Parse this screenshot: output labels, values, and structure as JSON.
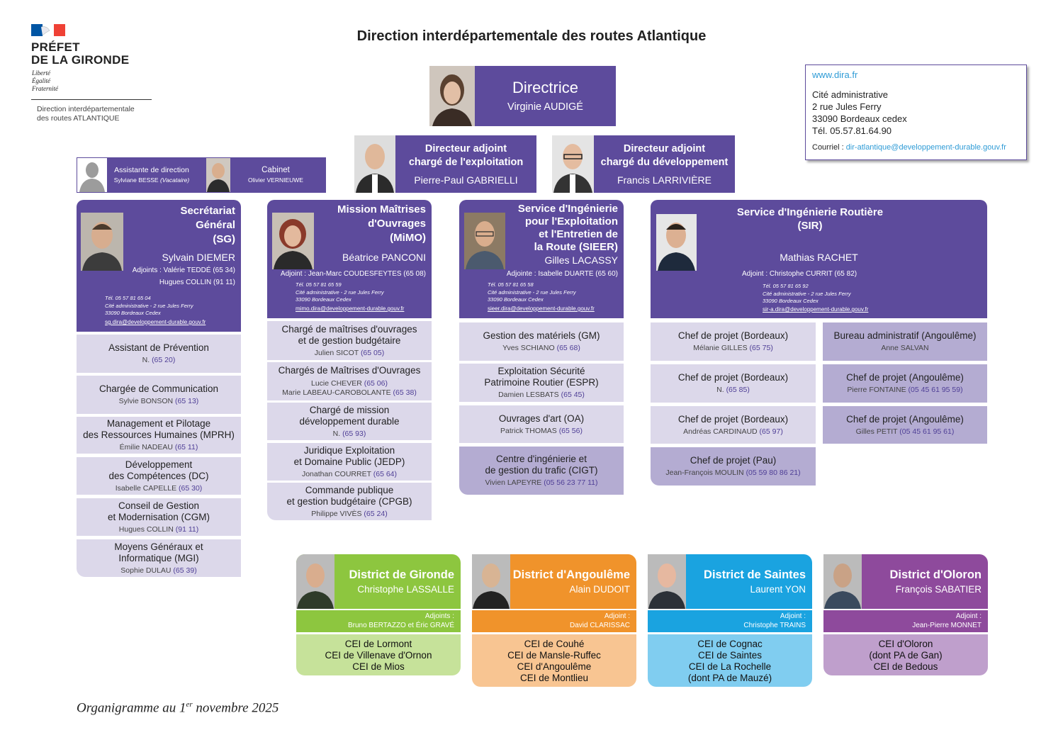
{
  "logo": {
    "line1": "PRÉFET",
    "line2": "DE LA GIRONDE",
    "motto1": "Liberté",
    "motto2": "Égalité",
    "motto3": "Fraternité",
    "dept1": "Direction interdépartementale",
    "dept2": "des routes ATLANTIQUE"
  },
  "title": "Direction interdépartementale des routes Atlantique",
  "contact": {
    "url": "www.dira.fr",
    "addr1": "Cité administrative",
    "addr2": "2 rue Jules Ferry",
    "addr3": "33090 Bordeaux cedex",
    "tel": "Tél. 05.57.81.64.90",
    "courriel_label": "Courriel :",
    "courriel": "dir-atlantique@developpement-durable.gouv.fr"
  },
  "directrice": {
    "title": "Directrice",
    "name": "Virginie AUDIGÉ"
  },
  "adj1": {
    "title1": "Directeur adjoint",
    "title2": "chargé de l'exploitation",
    "name": "Pierre-Paul GABRIELLI"
  },
  "adj2": {
    "title1": "Directeur adjoint",
    "title2": "chargé du développement",
    "name": "Francis LARRIVIÈRE"
  },
  "assist": {
    "title": "Assistante de direction",
    "name": "Sylviane BESSE",
    "note": "(Vacataire)"
  },
  "cabinet": {
    "title": "Cabinet",
    "name": "Olivier VERNIEUWE"
  },
  "sg": {
    "t1": "Secrétariat",
    "t2": "Général",
    "t3": "(SG)",
    "name": "Sylvain DIEMER",
    "adj1": "Adjoints : Valérie TEDDÉ (65 34)",
    "adj2": "Hugues COLLIN  (91 11)",
    "tel": "Tél. 05 57 81 65 04",
    "c1": "Cité administrative - 2 rue Jules Ferry",
    "c2": "33090 Bordeaux Cedex",
    "mail": "sg.dira@developpement-durable.gouv.fr",
    "items": [
      {
        "t": "Assistant de Prévention",
        "n": "N.",
        "x": "(65 20)"
      },
      {
        "t": "Chargée de Communication",
        "n": "Sylvie BONSON",
        "x": "(65 13)"
      },
      {
        "t": "Management et Pilotage",
        "t2": "des Ressources Humaines (MPRH)",
        "n": "Émilie NADEAU",
        "x": "(65 11)"
      },
      {
        "t": "Développement",
        "t2": "des Compétences (DC)",
        "n": "Isabelle CAPELLE",
        "x": "(65 30)"
      },
      {
        "t": "Conseil de Gestion",
        "t2": "et Modernisation (CGM)",
        "n": "Hugues COLLIN",
        "x": "(91 11)"
      },
      {
        "t": "Moyens Généraux et",
        "t2": "Informatique (MGI)",
        "n": "Sophie DULAU",
        "x": "(65 39)"
      }
    ]
  },
  "mimo": {
    "t1": "Mission Maîtrises",
    "t2": "d'Ouvrages",
    "t3": "(MiMO)",
    "name": "Béatrice PANCONI",
    "adj": "Adjoint : Jean-Marc COUDESFEYTES (65 08)",
    "tel": "Tél. 05 57 81 65 59",
    "c1": "Cité administrative - 2 rue Jules Ferry",
    "c2": "33090 Bordeaux Cedex",
    "mail": "mimo.dira@developpement-durable.gouv.fr",
    "items": [
      {
        "t": "Chargé de maîtrises d'ouvrages",
        "t2": "et de gestion budgétaire",
        "n": "Julien SICOT",
        "x": "(65 05)"
      },
      {
        "t": "Chargés de Maîtrises d'Ouvrages",
        "n": "Lucie CHEVER",
        "x": "(65 06)",
        "n2": "Marie LABEAU-CAROBOLANTE",
        "x2": "(65 38)"
      },
      {
        "t": "Chargé de mission",
        "t2": "développement durable",
        "n": "N.",
        "x": "(65 93)"
      },
      {
        "t": "Juridique Exploitation",
        "t2": "et Domaine Public (JEDP)",
        "n": "Jonathan COURRET",
        "x": "(65 64)"
      },
      {
        "t": "Commande publique",
        "t2": "et gestion budgétaire (CPGB)",
        "n": "Philippe VIVÈS",
        "x": "(65 24)"
      }
    ]
  },
  "sieer": {
    "t1": "Service d'Ingénierie",
    "t2": "pour l'Exploitation",
    "t3": "et l'Entretien de",
    "t4": "la Route (SIEER)",
    "name": "Gilles LACASSY",
    "adj": "Adjointe : Isabelle DUARTE (65 60)",
    "tel": "Tél. 05 57 81 65 58",
    "c1": "Cité administrative - 2 rue Jules Ferry",
    "c2": "33090 Bordeaux Cedex",
    "mail": "sieer.dira@developpement-durable.gouv.fr",
    "items": [
      {
        "t": "Gestion des matériels (GM)",
        "n": "Yves SCHIANO",
        "x": "(65 68)"
      },
      {
        "t": "Exploitation Sécurité",
        "t2": "Patrimoine Routier (ESPR)",
        "n": "Damien LESBATS",
        "x": "(65 45)"
      },
      {
        "t": "Ouvrages d'art (OA)",
        "n": "Patrick THOMAS",
        "x": "(65 56)"
      },
      {
        "t": "Centre d'ingénierie et",
        "t2": "de gestion du trafic (CIGT)",
        "n": "Vivien LAPEYRE",
        "x": "(05 56 23 77 11)"
      }
    ]
  },
  "sir": {
    "t1": "Service d'Ingénierie Routière",
    "t2": "(SIR)",
    "name": "Mathias RACHET",
    "adj": "Adjoint : Christophe CURRIT (65 82)",
    "tel": "Tél. 05 57 81 65 92",
    "c1": "Cité administrative - 2 rue Jules Ferry",
    "c2": "33090 Bordeaux Cedex",
    "mail": "sir-a.dira@developpement-durable.gouv.fr",
    "left": [
      {
        "t": "Chef de projet (Bordeaux)",
        "n": "Mélanie GILLES",
        "x": "(65 75)"
      },
      {
        "t": "Chef de projet (Bordeaux)",
        "n": "N.",
        "x": "(65 85)"
      },
      {
        "t": "Chef de projet (Bordeaux)",
        "n": "Andréas CARDINAUD",
        "x": "(65 97)"
      },
      {
        "t": "Chef de projet (Pau)",
        "n": "Jean-François MOULIN",
        "x": "(05 59 80 86 21)"
      }
    ],
    "right": [
      {
        "t": "Bureau administratif (Angoulême)",
        "n": "Anne SALVAN",
        "x": ""
      },
      {
        "t": "Chef de projet (Angoulême)",
        "n": "Pierre FONTAINE",
        "x": "(05 45 61 95 59)"
      },
      {
        "t": "Chef de projet (Angoulême)",
        "n": "Gilles PETIT",
        "x": "(05 45 61 95 61)"
      }
    ]
  },
  "districts": [
    {
      "title": "District de Gironde",
      "name": "Christophe LASSALLE",
      "adjlabel": "Adjoints :",
      "adj": "Bruno BERTAZZO et Éric GRAVÉ",
      "l1": "CEI de Lormont",
      "l2": "CEI de Villenave d'Ornon",
      "l3": "CEI de Mios",
      "l4": ""
    },
    {
      "title": "District d'Angoulême",
      "name": "Alain DUDOIT",
      "adjlabel": "Adjoint :",
      "adj": "David CLARISSAC",
      "l1": "CEI de Couhé",
      "l2": "CEI de Mansle-Ruffec",
      "l3": "CEI d'Angoulême",
      "l4": "CEI de Montlieu"
    },
    {
      "title": "District de Saintes",
      "name": "Laurent YON",
      "adjlabel": "Adjoint :",
      "adj": "Christophe TRAINS",
      "l1": "CEI de Cognac",
      "l2": "CEI de Saintes",
      "l3": "CEI de La Rochelle",
      "l4": "(dont PA de Mauzé)"
    },
    {
      "title": "District d'Oloron",
      "name": "François SABATIER",
      "adjlabel": "Adjoint :",
      "adj": "Jean-Pierre MONNET",
      "l1": "CEI d'Oloron",
      "l2": "(dont PA de Gan)",
      "l3": "CEI de Bedous",
      "l4": ""
    }
  ],
  "footer": {
    "pre": "Organigramme au 1",
    "sup": "er",
    "post": " novembre 2025"
  },
  "colors": {
    "purple": "#5d4b9c",
    "lavender": "#dcd8ea",
    "lavender_dark": "#b4acd2",
    "green": "#8dc63f",
    "orange": "#f0932b",
    "blue": "#1aa3e0",
    "violet": "#8e4a9c"
  }
}
